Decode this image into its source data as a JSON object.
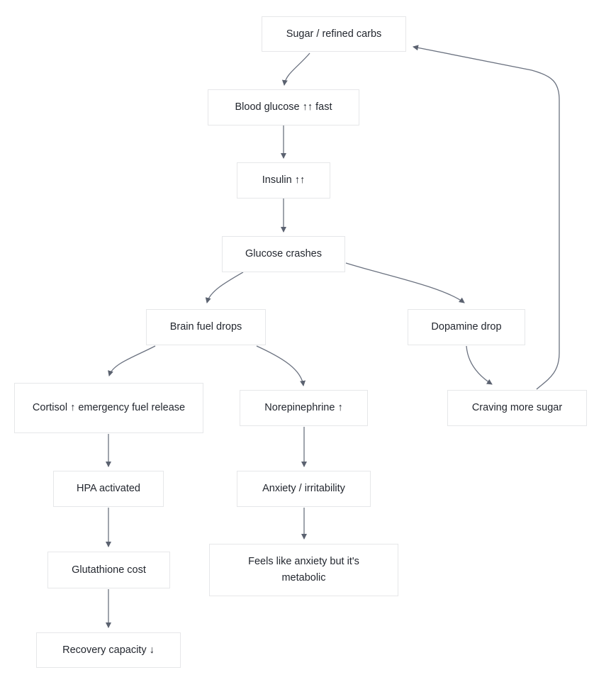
{
  "diagram": {
    "type": "flowchart",
    "background_color": "#ffffff",
    "node_fill_color": "#ffffff",
    "node_border_color": "#e6e7e9",
    "node_text_color": "#23272f",
    "edge_color": "#6b7280",
    "arrowhead_color": "#5b6270",
    "nodes": [
      {
        "id": "sugar",
        "label": "Sugar / refined carbs"
      },
      {
        "id": "blood-glucose",
        "label": "Blood glucose ↑↑ fast"
      },
      {
        "id": "insulin",
        "label": "Insulin ↑↑"
      },
      {
        "id": "glucose-crashes",
        "label": "Glucose crashes"
      },
      {
        "id": "brain-fuel-drops",
        "label": "Brain fuel drops"
      },
      {
        "id": "dopamine-drop",
        "label": "Dopamine drop"
      },
      {
        "id": "cortisol",
        "label": "Cortisol ↑ emergency fuel release"
      },
      {
        "id": "norepinephrine",
        "label": "Norepinephrine ↑"
      },
      {
        "id": "craving",
        "label": "Craving more sugar"
      },
      {
        "id": "hpa",
        "label": "HPA activated"
      },
      {
        "id": "anxiety",
        "label": "Anxiety / irritability"
      },
      {
        "id": "glutathione",
        "label": "Glutathione cost"
      },
      {
        "id": "feels-metabolic",
        "label": "Feels like anxiety but it's metabolic"
      },
      {
        "id": "recovery",
        "label": "Recovery capacity ↓"
      }
    ],
    "edges": [
      {
        "from": "sugar",
        "to": "blood-glucose"
      },
      {
        "from": "blood-glucose",
        "to": "insulin"
      },
      {
        "from": "insulin",
        "to": "glucose-crashes"
      },
      {
        "from": "glucose-crashes",
        "to": "brain-fuel-drops"
      },
      {
        "from": "glucose-crashes",
        "to": "dopamine-drop"
      },
      {
        "from": "brain-fuel-drops",
        "to": "cortisol"
      },
      {
        "from": "brain-fuel-drops",
        "to": "norepinephrine"
      },
      {
        "from": "cortisol",
        "to": "hpa"
      },
      {
        "from": "hpa",
        "to": "glutathione"
      },
      {
        "from": "glutathione",
        "to": "recovery"
      },
      {
        "from": "norepinephrine",
        "to": "anxiety"
      },
      {
        "from": "anxiety",
        "to": "feels-metabolic"
      },
      {
        "from": "dopamine-drop",
        "to": "craving"
      },
      {
        "from": "craving",
        "to": "sugar"
      }
    ]
  }
}
